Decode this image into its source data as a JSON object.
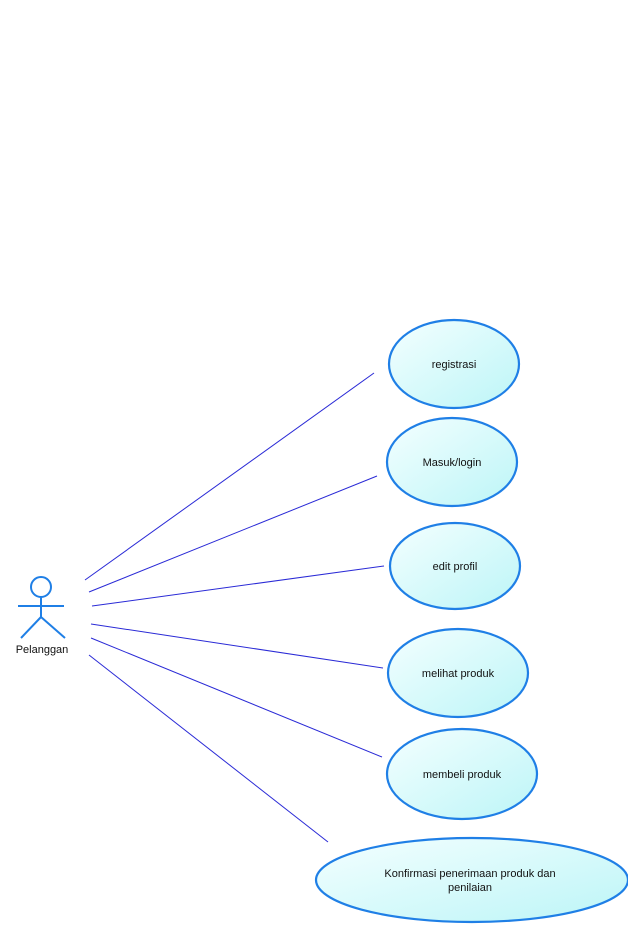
{
  "diagram": {
    "type": "use-case",
    "actor": {
      "name": "Pelanggan",
      "icon": "stick-figure-icon"
    },
    "use_cases": [
      {
        "id": "registrasi",
        "lines": [
          "registrasi"
        ]
      },
      {
        "id": "masuk-login",
        "lines": [
          "Masuk/login"
        ]
      },
      {
        "id": "edit-profil",
        "lines": [
          "edit profil"
        ]
      },
      {
        "id": "melihat-produk",
        "lines": [
          "melihat produk"
        ]
      },
      {
        "id": "membeli-produk",
        "lines": [
          "membeli produk"
        ]
      },
      {
        "id": "konfirmasi",
        "lines": [
          "Konfirmasi penerimaan produk dan",
          "penilaian"
        ]
      }
    ],
    "colors": {
      "ellipse_stroke": "#1f7fe6",
      "ellipse_fill_light": "#f2ffff",
      "ellipse_fill_dark": "#bff6f8",
      "association_line": "#2a2ad6",
      "actor": "#1f7fe6"
    }
  }
}
